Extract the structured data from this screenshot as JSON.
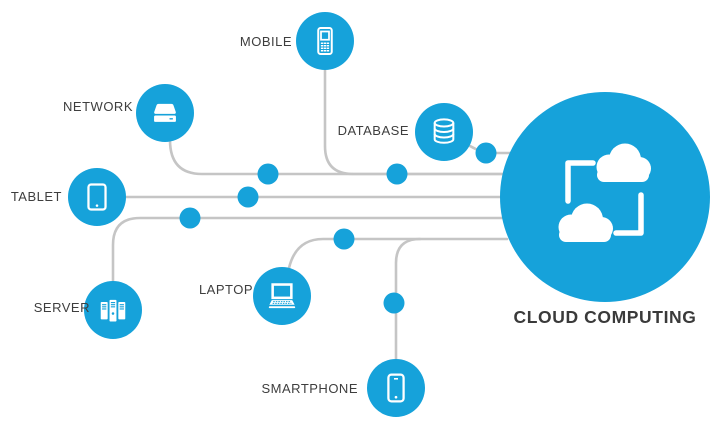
{
  "diagram": {
    "hub": {
      "label": "CLOUD COMPUTING",
      "icon": "cloud-sync-icon"
    },
    "nodes": [
      {
        "id": "mobile",
        "label": "MOBILE",
        "icon": "mobile-phone-icon"
      },
      {
        "id": "network",
        "label": "NETWORK",
        "icon": "hard-drive-icon"
      },
      {
        "id": "database",
        "label": "DATABASE",
        "icon": "database-icon"
      },
      {
        "id": "tablet",
        "label": "TABLET",
        "icon": "tablet-icon"
      },
      {
        "id": "server",
        "label": "SERVER",
        "icon": "server-rack-icon"
      },
      {
        "id": "laptop",
        "label": "LAPTOP",
        "icon": "laptop-icon"
      },
      {
        "id": "smartphone",
        "label": "SMARTPHONE",
        "icon": "smartphone-icon"
      }
    ],
    "colors": {
      "accent": "#16a2da",
      "connector": "#c5c5c5",
      "label": "#3e3e3e",
      "icon": "#ffffff"
    }
  }
}
